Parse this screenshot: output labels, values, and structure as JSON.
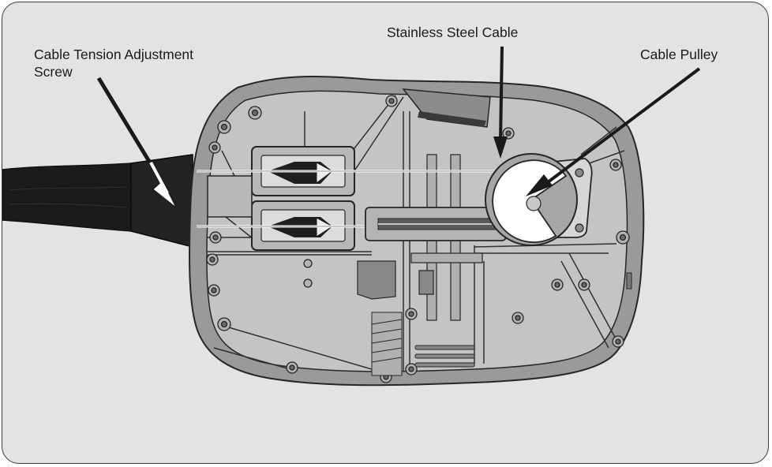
{
  "labels": {
    "tension_line1": "Cable Tension Adjustment",
    "tension_line2": "Screw",
    "cable": "Stainless Steel Cable",
    "pulley": "Cable Pulley"
  },
  "colors": {
    "panel_background": "#e3e3e3",
    "housing_outer": "#9a9a9a",
    "housing_inner": "#c4c4c4",
    "outline": "#262626",
    "strap": "#1b1b1b",
    "pulley": "#ffffff"
  }
}
